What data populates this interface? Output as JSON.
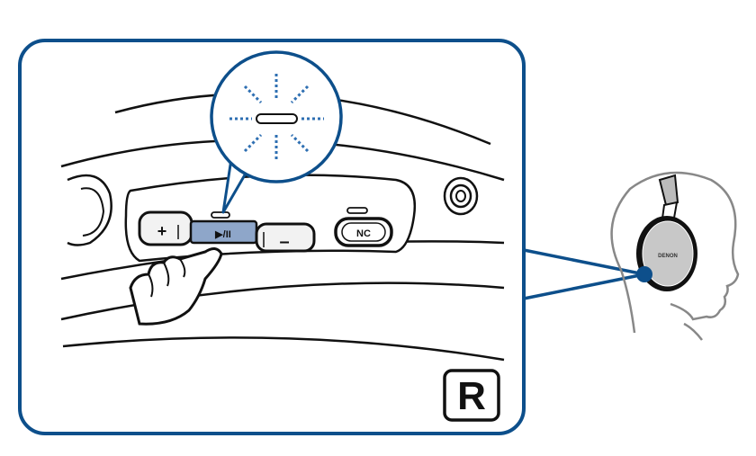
{
  "colors": {
    "frame": "#0d4f8b",
    "highlight_button": "#8ea6c9",
    "indicator_dots": "#2e6fb2",
    "line": "#111111",
    "earcup": "#c8c8c8"
  },
  "controls": {
    "plus_label": "+",
    "play_pause_label": "▶/II",
    "minus_label": "–",
    "nc_label": "NC"
  },
  "headphone": {
    "brand": "DENON"
  },
  "side_badge": "R",
  "icons": [
    "hand-pointer-icon",
    "led-blink-icon",
    "headphone-icon"
  ]
}
